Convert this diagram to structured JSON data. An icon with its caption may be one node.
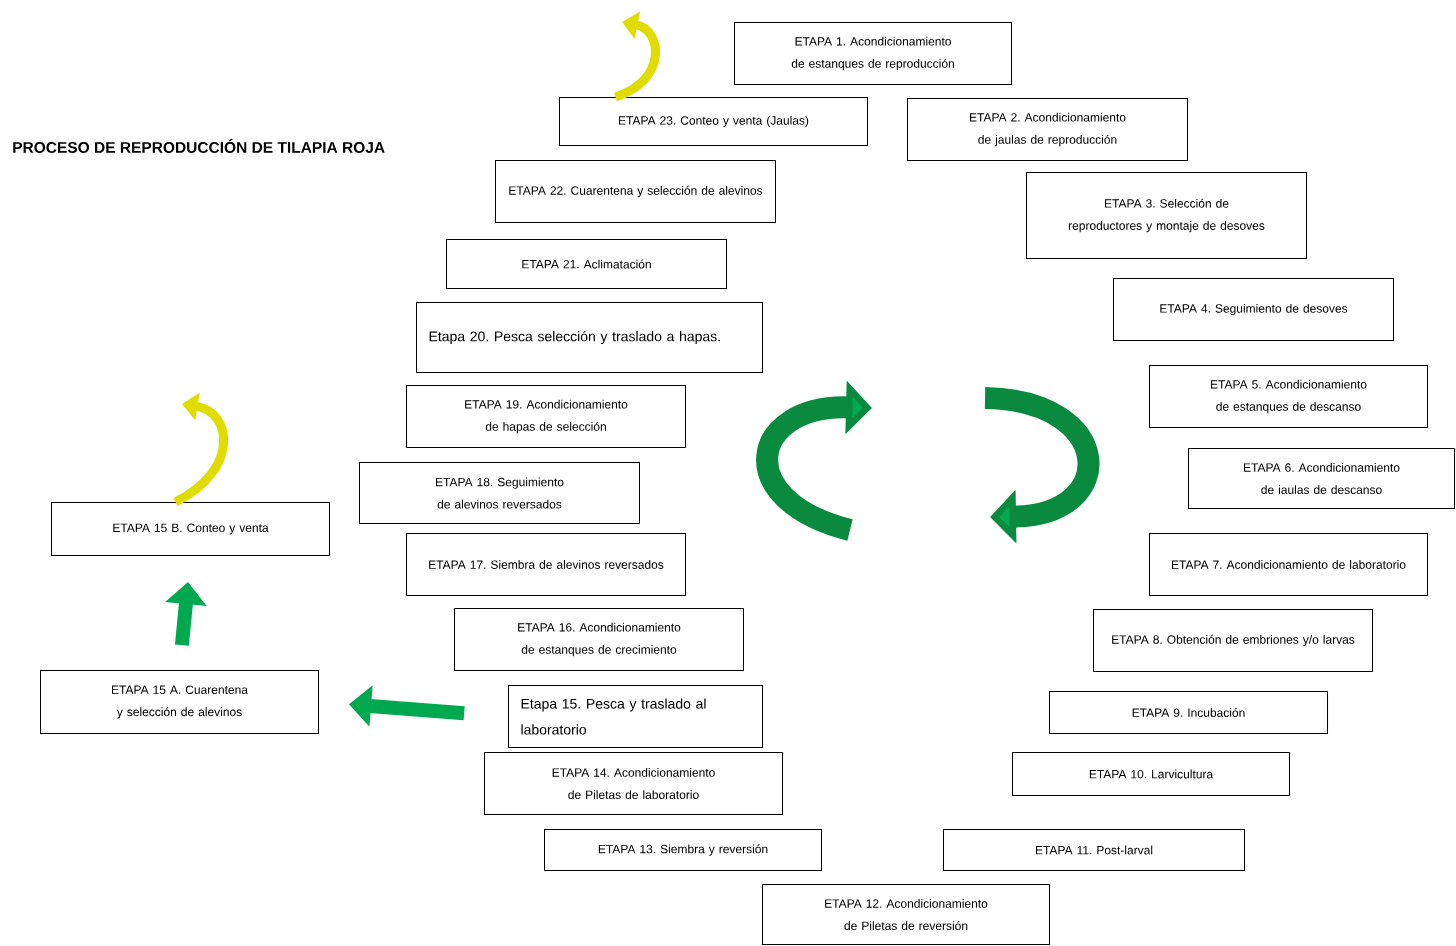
{
  "diagram": {
    "title": "PROCESO DE REPRODUCCIÓN DE TILAPIA ROJA",
    "nodes": [
      {
        "text": [
          "ETAPA 1. Acondicionamiento de estanques de reproducción"
        ]
      },
      {
        "text": [
          "ETAPA 2. Acondicionamiento de jaulas de reproducción"
        ]
      },
      {
        "text": [
          "ETAPA 3. Selección de reproductores y montaje de desoves"
        ]
      },
      {
        "text": [
          "ETAPA 4. Seguimiento de desoves"
        ]
      },
      {
        "text": [
          "ETAPA 5. Acondicionamiento de estanques de descanso"
        ]
      },
      {
        "text": [
          "ETAPA 6. Acondicionamiento de iaulas de descanso"
        ]
      },
      {
        "text": [
          "ETAPA 7. Acondicionamiento de laboratorio"
        ]
      },
      {
        "text": [
          "ETAPA 8. Obtención de embriones y/o larvas"
        ]
      },
      {
        "text": [
          "ETAPA 9. Incubación"
        ]
      },
      {
        "text": [
          "ETAPA 10. Larvicultura"
        ]
      },
      {
        "text": [
          "ETAPA 11. Post-larval"
        ]
      },
      {
        "text": [
          "ETAPA 12. Acondicionamiento de Piletas de reversión"
        ]
      },
      {
        "text": [
          "ETAPA 13. Siembra y reversión"
        ]
      },
      {
        "text": [
          "ETAPA 14. Acondicionamiento de Piletas de laboratorio"
        ]
      },
      {
        "text": [
          "Etapa 15. Pesca y traslado al laboratorio"
        ]
      },
      {
        "text": [
          "ETAPA 16. Acondicionamiento de estanques de crecimiento"
        ]
      },
      {
        "text": [
          "ETAPA 17. Siembra de alevinos reversados"
        ]
      },
      {
        "text": [
          "ETAPA 18. Seguimiento de alevinos reversados"
        ]
      },
      {
        "text": [
          "ETAPA 19. Acondicionamiento de hapas de selección"
        ]
      },
      {
        "text": [
          "Etapa 20. Pesca selección y traslado a hapas."
        ]
      },
      {
        "text": [
          "ETAPA 21. Aclimatación"
        ]
      },
      {
        "text": [
          "ETAPA 22. Cuarentena y selección de alevinos"
        ]
      },
      {
        "text": [
          "ETAPA 23. Conteo y venta (Jaulas)"
        ]
      },
      {
        "text": [
          "ETAPA 15 A. Cuarentena y selección de alevinos"
        ]
      },
      {
        "text": [
          "ETAPA 15 B. Conteo y venta"
        ]
      }
    ],
    "edges": [
      {
        "from": 14,
        "to": 23,
        "arrow": "to",
        "color": "#00a94f"
      },
      {
        "from": 23,
        "to": 24,
        "arrow": "to",
        "color": "#00a94f"
      },
      {
        "from": 24,
        "to": null,
        "arrow": "to",
        "color": "#e0dc00"
      },
      {
        "from": 22,
        "to": null,
        "arrow": "to",
        "color": "#e0dc00"
      }
    ]
  }
}
